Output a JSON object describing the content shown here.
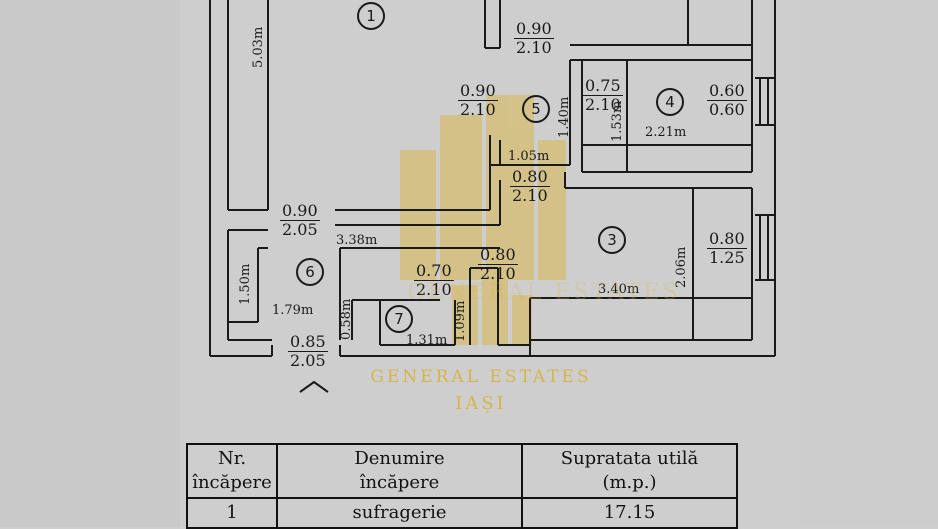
{
  "watermark": {
    "line1": "GENERAL ESTATES",
    "line2": "IAȘI",
    "ghost": "GENERAL ESTATES"
  },
  "rooms": [
    {
      "id": "1"
    },
    {
      "id": "3"
    },
    {
      "id": "4"
    },
    {
      "id": "5"
    },
    {
      "id": "6"
    },
    {
      "id": "7"
    }
  ],
  "openings": {
    "o_top": {
      "w": "0.90",
      "h": "2.10"
    },
    "o_room5_left": {
      "w": "0.90",
      "h": "2.10"
    },
    "o_room5_right": {
      "w": "0.75",
      "h": "2.10"
    },
    "o_room4_window": {
      "w": "0.60",
      "h": "0.60"
    },
    "o_mid": {
      "w": "0.80",
      "h": "2.10"
    },
    "o_left": {
      "w": "0.90",
      "h": "2.05"
    },
    "o_room3_window": {
      "w": "0.80",
      "h": "1.25"
    },
    "o_room3_door": {
      "w": "0.80",
      "h": "2.10"
    },
    "o_room7_door": {
      "w": "0.70",
      "h": "2.10"
    },
    "o_entrance": {
      "w": "0.85",
      "h": "2.05"
    }
  },
  "dimensions": {
    "d_room1_h": "5.03m",
    "d_room5_v1": "1.40m",
    "d_room5_v2": "1.53m",
    "d_room4_w": "2.21m",
    "d_hall_w": "1.05m",
    "d_corr_w": "3.38m",
    "d_room3_h": "2.06m",
    "d_room3_w": "3.40m",
    "d_room6_h": "1.50m",
    "d_room6_w": "1.79m",
    "d_small": "0.58m",
    "d_room7_w": "1.31m",
    "d_room7_h": "1.09m"
  },
  "table": {
    "headers": [
      {
        "l1": "Nr.",
        "l2": "încăpere"
      },
      {
        "l1": "Denumire",
        "l2": "încăpere"
      },
      {
        "l1": "Supratata utilă",
        "l2": "(m.p.)"
      }
    ],
    "rows": [
      [
        "1",
        "sufragerie",
        "17.15"
      ]
    ]
  },
  "colors": {
    "paper": "#cfcfcf",
    "ink": "#1a1a1a",
    "watermark": "#d7b44a"
  }
}
